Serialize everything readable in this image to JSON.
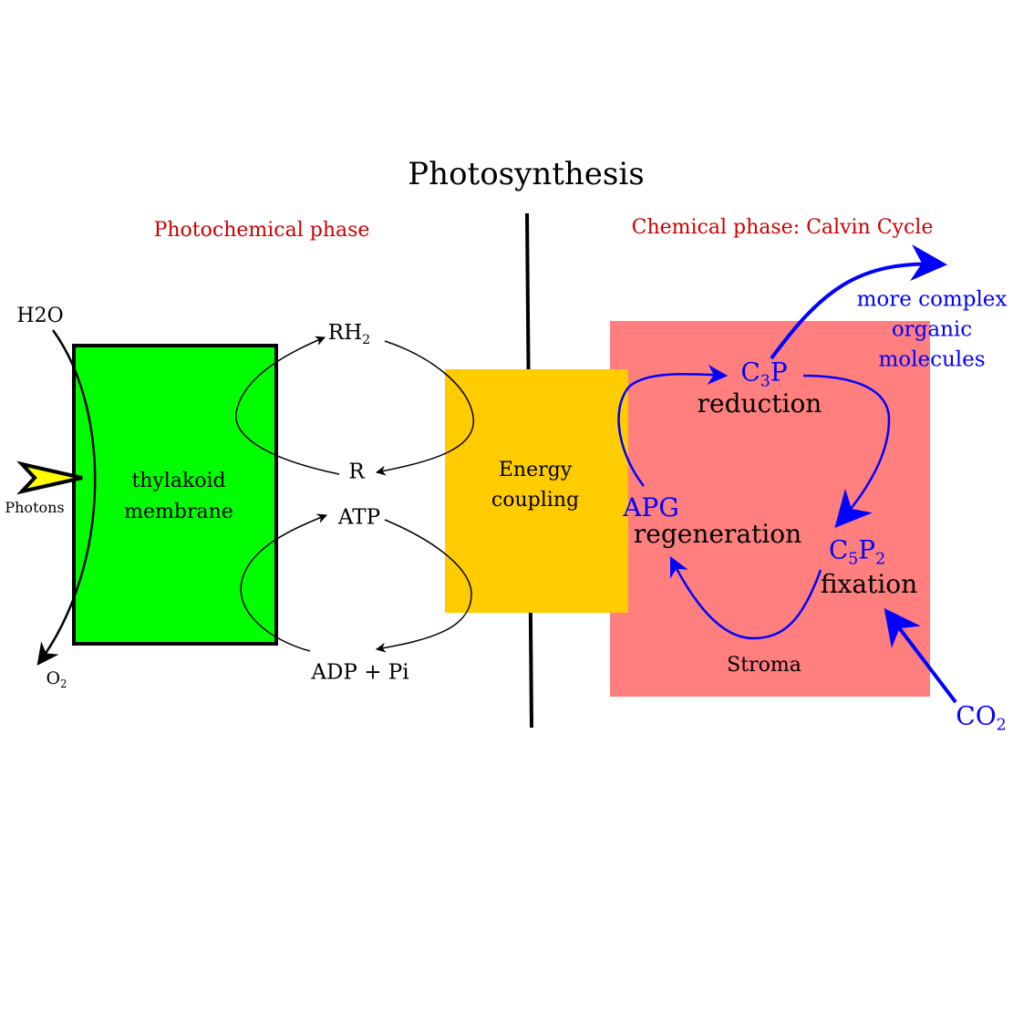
{
  "title": "Photosynthesis",
  "phases": {
    "photochemical": "Photochemical phase",
    "chemical": "Chemical phase: Calvin Cycle"
  },
  "colors": {
    "thylakoid": "#00ff00",
    "energy_coupling": "#ffcc00",
    "stroma": "#ff7f7f",
    "phase_label": "#cc0000",
    "calvin": "#0000ff",
    "photon": "#ffff00"
  },
  "left": {
    "water": {
      "main": "H",
      "sub": "2",
      "tail": "O"
    },
    "oxygen": {
      "main": "O",
      "sub": "2"
    },
    "photons": "Photons",
    "membrane_line1": "thylakoid",
    "membrane_line2": "membrane"
  },
  "middle": {
    "rh2": {
      "main": "RH",
      "sub": "2"
    },
    "r": "R",
    "atp": "ATP",
    "adp": "ADP + Pi",
    "energy_line1": "Energy",
    "energy_line2": "coupling"
  },
  "calvin": {
    "c3p": {
      "a": "C",
      "sub1": "3",
      "b": "P"
    },
    "reduction": "reduction",
    "apg": "APG",
    "regeneration": "regeneration",
    "c5p2": {
      "a": "C",
      "sub1": "5",
      "b": "P",
      "sub2": "2"
    },
    "fixation": "fixation",
    "stroma": "Stroma",
    "co2": {
      "main": "CO",
      "sub": "2"
    },
    "more_line1": "more complex",
    "more_line2": "organic",
    "more_line3": "molecules"
  }
}
